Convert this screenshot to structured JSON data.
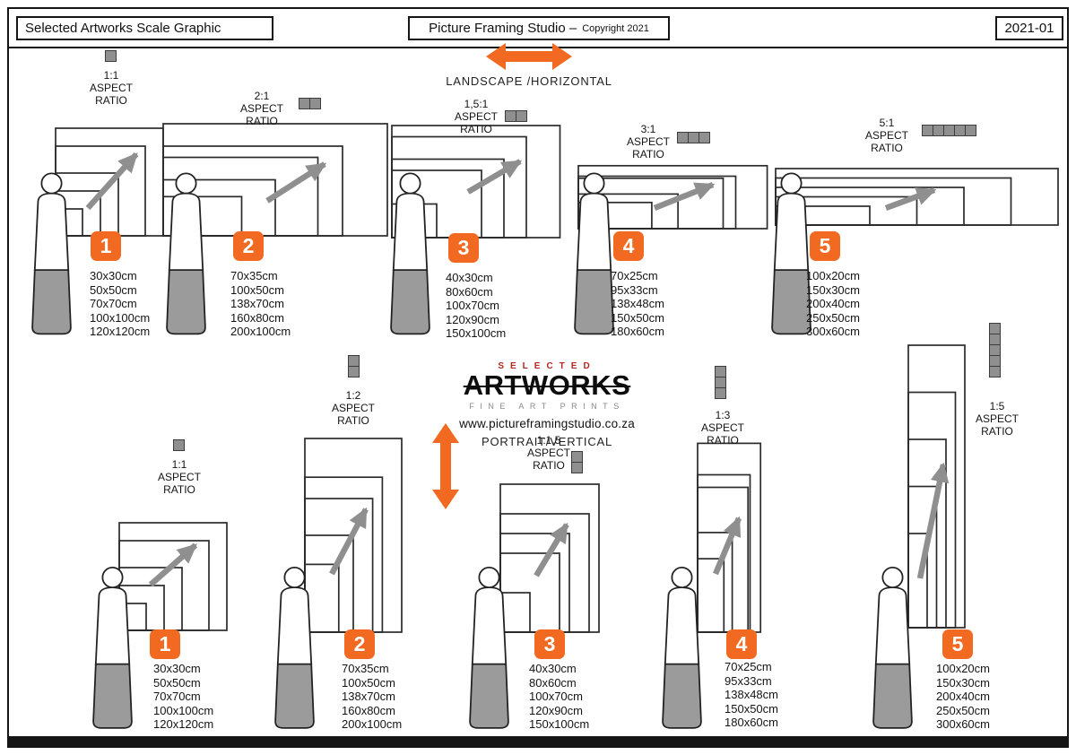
{
  "header": {
    "title": "Selected Artworks Scale Graphic",
    "studio_name": "Picture Framing Studio –",
    "copyright": "Copyright 2021",
    "doc_number": "2021-01"
  },
  "landscape_section": {
    "heading": "LANDSCAPE /HORIZONTAL"
  },
  "portrait_section": {
    "heading": "PORTRAIT/VERTICAL",
    "logo_selected": "SELECTED",
    "logo_artworks": "ARTWORKS",
    "logo_subtitle": "FINE ART PRINTS",
    "website": "www.pictureframingstudio.co.za"
  },
  "labels": {
    "aspect_word": "ASPECT",
    "ratio_word": "RATIO"
  },
  "colors": {
    "accent_orange": "#F26A21",
    "logo_red": "#B4271F",
    "frame_line": "#2b2b2b",
    "figure_gray": "#9b9b9b",
    "icon_gray": "#8f8f8f"
  },
  "landscape_groups": [
    {
      "number": "1",
      "ratio": "1:1",
      "squares": 1,
      "sizes": [
        "30x30cm",
        "50x50cm",
        "70x70cm",
        "100x100cm",
        "120x120cm"
      ]
    },
    {
      "number": "2",
      "ratio": "2:1",
      "squares": 2,
      "sizes": [
        "70x35cm",
        "100x50cm",
        "138x70cm",
        "160x80cm",
        "200x100cm"
      ]
    },
    {
      "number": "3",
      "ratio": "1,5:1",
      "squares": 2,
      "sizes": [
        "40x30cm",
        "80x60cm",
        "100x70cm",
        "120x90cm",
        "150x100cm"
      ]
    },
    {
      "number": "4",
      "ratio": "3:1",
      "squares": 3,
      "sizes": [
        "70x25cm",
        "95x33cm",
        "138x48cm",
        "150x50cm",
        "180x60cm"
      ]
    },
    {
      "number": "5",
      "ratio": "5:1",
      "squares": 5,
      "sizes": [
        "100x20cm",
        "150x30cm",
        "200x40cm",
        "250x50cm",
        "300x60cm"
      ]
    }
  ],
  "portrait_groups": [
    {
      "number": "1",
      "ratio": "1:1",
      "squares": 1,
      "sizes": [
        "30x30cm",
        "50x50cm",
        "70x70cm",
        "100x100cm",
        "120x120cm"
      ]
    },
    {
      "number": "2",
      "ratio": "1:2",
      "squares": 2,
      "sizes": [
        "70x35cm",
        "100x50cm",
        "138x70cm",
        "160x80cm",
        "200x100cm"
      ]
    },
    {
      "number": "3",
      "ratio": "1:1,5",
      "squares": 2,
      "sizes": [
        "40x30cm",
        "80x60cm",
        "100x70cm",
        "120x90cm",
        "150x100cm"
      ]
    },
    {
      "number": "4",
      "ratio": "1:3",
      "squares": 3,
      "sizes": [
        "70x25cm",
        "95x33cm",
        "138x48cm",
        "150x50cm",
        "180x60cm"
      ]
    },
    {
      "number": "5",
      "ratio": "1:5",
      "squares": 5,
      "sizes": [
        "100x20cm",
        "150x30cm",
        "200x40cm",
        "250x50cm",
        "300x60cm"
      ]
    }
  ]
}
